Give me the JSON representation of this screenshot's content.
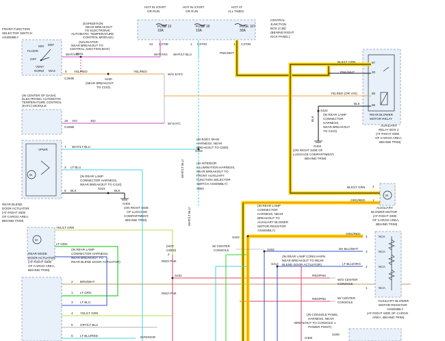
{
  "fuse_block": {
    "headers": [
      [
        "HOT IN START",
        "OR RUN"
      ],
      [
        "HOT IN START",
        "OR RUN"
      ],
      [
        "HOT AT",
        "ALL TIMES"
      ]
    ],
    "fuses": [
      {
        "name": "FUSE 13",
        "rating": "10A",
        "top_pin": "C270E",
        "bottom_pin": "C270E",
        "pin_left": "23"
      },
      {
        "name": "FUSE 18",
        "rating": "10A",
        "top_pin": "C270G",
        "bottom_pin": "C270G",
        "pin_left": "1"
      },
      {
        "name": "FUSE 107",
        "rating": "30A",
        "top_pin": "C270N",
        "bottom_pin": "C270N",
        "pin_left": "1"
      }
    ],
    "cjb_label": [
      "CENTRAL",
      "JUNCTION",
      "BOX (CJB)",
      "(BEHIND RIGHT",
      "KICK PANEL)"
    ]
  },
  "front_selector": {
    "title": [
      "FRONT FUNCTION",
      "SELECTOR SWITCH",
      "ASSEMBLY"
    ],
    "positions": [
      "MIX",
      "DEF",
      "FLOOR",
      "OFF",
      "VENT",
      "NORM",
      "MAX"
    ]
  },
  "expedition_note": [
    "(EXPEDITION:",
    "NEAR BREAKOUT",
    "TO ELECTRONIC",
    "AUTOMATIC TEMPERATURE",
    "CONTROL MODULE)"
  ],
  "navigator_note": [
    "(NAVIGATOR:",
    "NEAR BREAKOUT TO",
    "CENTRAL JUNCTION BOX)"
  ],
  "splices": {
    "s241": "S241",
    "s230": "S230",
    "s230_note": [
      "(NEAR BREAKOUT",
      "TO C210)"
    ],
    "s319": "S319",
    "s903": "S903",
    "s424": "S424",
    "s423": "S423",
    "s402": "S402",
    "s412": "S412",
    "s431": "S431",
    "s424_note": [
      "(IN REAR LAMP",
      "CONNECTOR HARNESS,",
      "NEAR BREAKOUT TO C410)"
    ],
    "s424_right_note": [
      "(IN REAR LAMP",
      "CONNECTOR",
      "HARNESS,",
      "NEAR BREAKOUT",
      "TO C410)"
    ],
    "g404_right_note": [
      "(ON RIGHT SIDE OF",
      "LUGGAGE COMPARTMENT,",
      "BEHIND TRIM)"
    ],
    "g404_left_note": [
      "(ON RIGHT SIDE",
      "OF LUGGAGE",
      "COMPARTMENT,",
      "BEHIND TRIM)"
    ],
    "s423_note": [
      "(IN REAR LAMP",
      "CONNECTOR",
      "HARNESS, NEAR",
      "BREAKOUT TO",
      "AUXILIARY BLOWER",
      "MOTOR RESISTOR",
      "ASSEMBLY)"
    ],
    "s402_note": [
      "(IN REAR LAMP CONN HARN",
      "NEAR BREAKOUT TO REAR",
      "BLEND DOOR ACTUATOR)"
    ],
    "s431_note": [
      "(IN REAR LAMP",
      "CONNECTOR HARNESS,",
      "NEAR BREAKOUT TO",
      "REAR BLEND DOOR ACTUATOR)"
    ],
    "s319_note": [
      "(IN BODY MAIN",
      "HARNESS, NEAR",
      "BREAKOUT TO C800)"
    ],
    "s903_note": [
      "(IN INTERIOR",
      "ILLUMINATION HARNESS,",
      "NEAR BREAKOUT TO",
      "FRONT AUXILIARY",
      "FUNCTION SELECTOR",
      "SWITCH ASSEMBLY)"
    ],
    "console_note": [
      "(IN CONSOLE PANEL",
      "HARNESS, NEAR",
      "BREAKOUT TO CONSOLE 1",
      "POWER POINT)"
    ],
    "g300": "G300",
    "s209": "S209"
  },
  "grounds": {
    "g404a": "G404",
    "g404b": "G404"
  },
  "eatc": {
    "title": [
      "(IN CENTER OF DASH)",
      "ELECTRONIC AUTOMATIC",
      "TEMPERATURE CONTROL",
      "(EATC) MODULE"
    ]
  },
  "wires": {
    "wht_vio": "WHT/VIO",
    "wht_lt_blu": "WHT/LT BLU",
    "pnk_wht": "PNK/WHT",
    "yel_red": "YEL/RED",
    "vio": "VIO",
    "wht_lt_blu_v1": "WHT/LT BLU",
    "wht_lt_blu_v2": "WHT/LT BLU",
    "blk_lt_grn": "BLK/LT GRN",
    "pnk_wht_r": "PNK/WHT",
    "yel_red_or_vio": "YELRED (OR VIO)",
    "blk": "BLK",
    "blk_v": "BLK",
    "blk_lt_grn_2": "BLK/LT GRN",
    "org_red": "ORG/RED",
    "org_red_2": "ORG/RED",
    "dk_blu_wht": "DK BLU/WHT",
    "lt_blu_org": "LT BLU/ORG",
    "red_pnk": "RED/PNK",
    "red_pnk_v1": "RED/ PNK",
    "red_pnk_v2": "RED/ PNK",
    "red_pnk_r1": "RED/PNK",
    "red_pnk_r2": "RED/PNK",
    "wht_lt_blu_l": "WHT/LT BLU",
    "lt_blu": "LT BLU",
    "blk_l": "BLK",
    "blk_l2": "BLK",
    "yel_lt_grn": "YEL/LT GRN",
    "lt_grn": "LT GRN",
    "brn_wht": "BRN/WHT",
    "lt_grn_2": "LT GRN",
    "lt_blu_2": "LT BLU",
    "yel_lt_grn_2": "YEL/LT GRN",
    "gry_lt_blu": "GRY/LT BLU",
    "lt_blu_red": "LT BLU/RED",
    "circuit_462": "462",
    "w_d_eatc": "W/O EATC",
    "w_eatc": "W/ EATC",
    "w_eatc_2": "W/ EATC",
    "wo_center_console": "W/O CENTER",
    "console_word": "CONSOLE",
    "w_center_console": "W/ CENTER",
    "console_word_2": "CONSOLE",
    "w_center": "W/ CENTER",
    "console_3": "CONSOLE",
    "not_used": [
      "(NOT",
      "USED)"
    ]
  },
  "connectors": {
    "c294b": "C294B",
    "c228b": "C228B",
    "pin_5": "5",
    "pin_1": "1",
    "pin_18": "18",
    "pin_7": "7",
    "pin_3": "3",
    "pin_8": "8",
    "pin_30": "30",
    "pin_87": "87",
    "pin_86": "86",
    "pin_85": "85",
    "pin_2r": "2",
    "pin_1r": "1",
    "pin_4r": "4",
    "pin_3r": "3",
    "pin_2rr": "2",
    "pin_1rr": "1",
    "nca": "NCA",
    "pin_2c": "2",
    "pin_1l": "1",
    "pin_2l": "2",
    "pin_3l": "3",
    "pin_4l": "4",
    "pin_5l": "5",
    "pin_6l": "6"
  },
  "components": {
    "vpwr": "VPWR",
    "rear_blend": [
      "REAR BLEND",
      "DOOR ACTUATOR",
      "(AT RIGHT SIDE",
      "OF CARGO AREA,",
      "BEHIND TRIM)"
    ],
    "rear_mode": [
      "REAR MODE",
      "DOOR ACTUATOR",
      "(AT RIGHT SIDE",
      "OF CARGO AREA,",
      "BEHIND TRIM)"
    ],
    "rear_blower_relay": [
      "REAR BLOWER",
      "MOTOR RELAY"
    ],
    "aux_relay_box": [
      "AUXILIARY",
      "RELAY BOX 2",
      "(AT RIGHT SIDE",
      "OF CARGO AREA,",
      "BEHIND TRIM)"
    ],
    "aux_blower_motor": [
      "AUXILIARY",
      "BLOWER MOTOR",
      "(AT RIGHT SIDE",
      "OF CARGO AREA,",
      "BEHIND TRIM)"
    ],
    "aux_blower_resistor": [
      "AUXILIARY BLOWER",
      "MOTOR RESISTOR",
      "ASSEMBLY",
      "(AT RIGHT SIDE OF CARGO",
      "AREA, BEHIND TRIM)"
    ],
    "interior": "INTERIOR",
    "mosfet_m": "M"
  },
  "colors": {
    "highlight": "#ffd400",
    "hot_wire": "#111111",
    "violet": "#d040d0",
    "orange": "#f0a040",
    "cyan": "#40d0e0",
    "green": "#30d030",
    "lime": "#b0e040",
    "red": "#e04060",
    "brown": "#c09060",
    "blue": "#3050d0",
    "grey": "#b0b0b0",
    "box_fill": "#e8f0fa"
  }
}
